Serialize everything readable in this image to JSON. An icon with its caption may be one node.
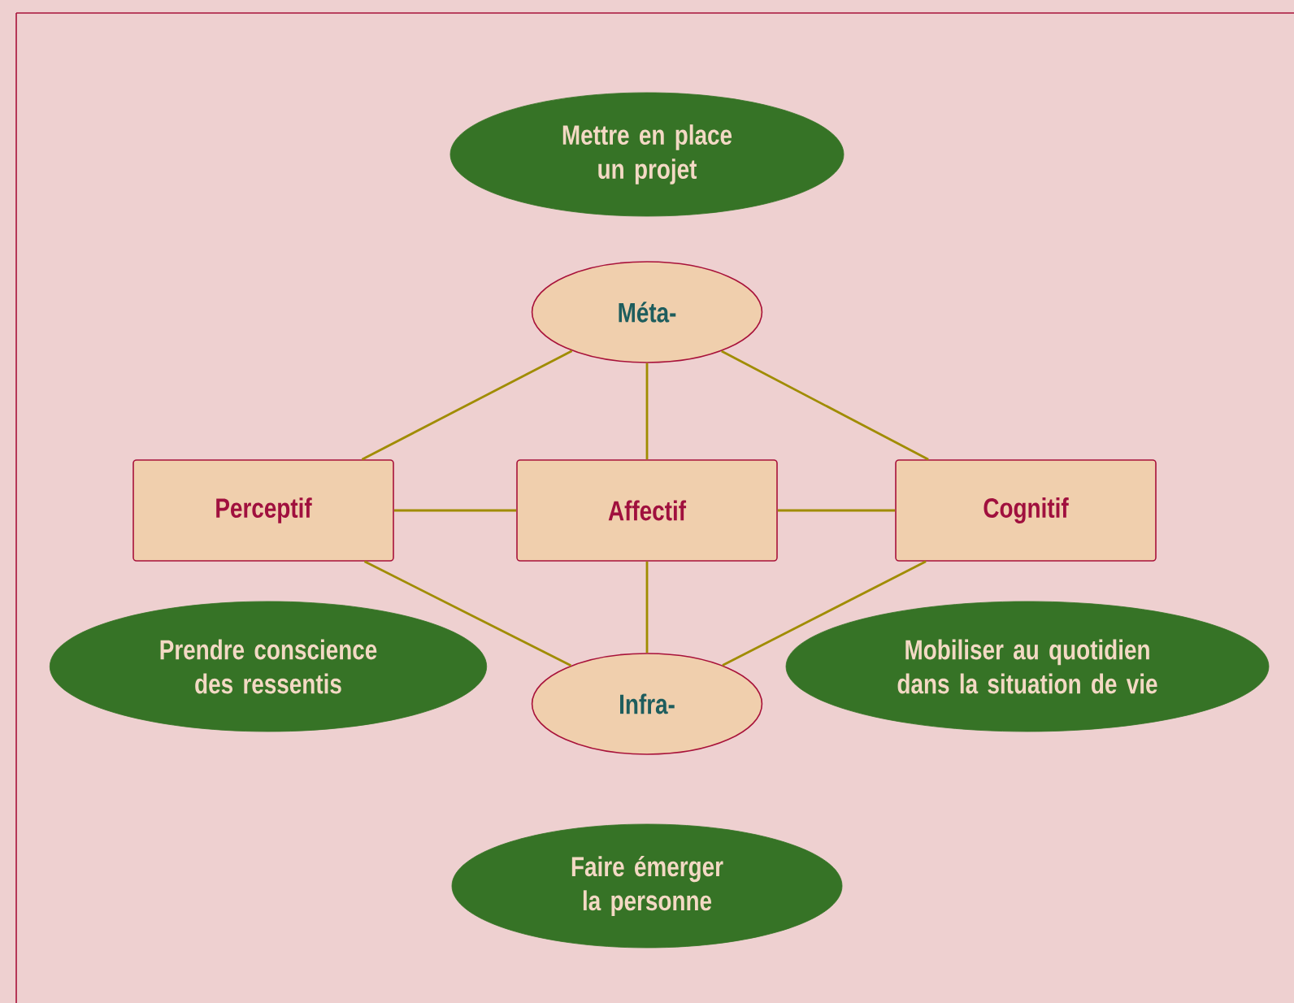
{
  "diagram": {
    "nodes": [
      {
        "text": [
          "Mettre en place un projet"
        ]
      },
      {
        "text": [
          "Méta-"
        ]
      },
      {
        "text": [
          "Perceptif"
        ]
      },
      {
        "text": [
          "Affectif"
        ]
      },
      {
        "text": [
          "Cognitif"
        ]
      },
      {
        "text": [
          "Prendre conscience des ressentis"
        ]
      },
      {
        "text": [
          "Infra-"
        ]
      },
      {
        "text": [
          "Mobiliser au quotidien dans la situation de vie"
        ]
      },
      {
        "text": [
          "Faire émerger la personne"
        ]
      }
    ],
    "edges": [
      {
        "from": 1,
        "to": 2,
        "arrow": "none"
      },
      {
        "from": 1,
        "to": 3,
        "arrow": "none"
      },
      {
        "from": 1,
        "to": 4,
        "arrow": "none"
      },
      {
        "from": 2,
        "to": 3,
        "arrow": "none"
      },
      {
        "from": 3,
        "to": 4,
        "arrow": "none"
      },
      {
        "from": 2,
        "to": 6,
        "arrow": "none"
      },
      {
        "from": 3,
        "to": 6,
        "arrow": "none"
      },
      {
        "from": 4,
        "to": 6,
        "arrow": "none"
      }
    ]
  }
}
